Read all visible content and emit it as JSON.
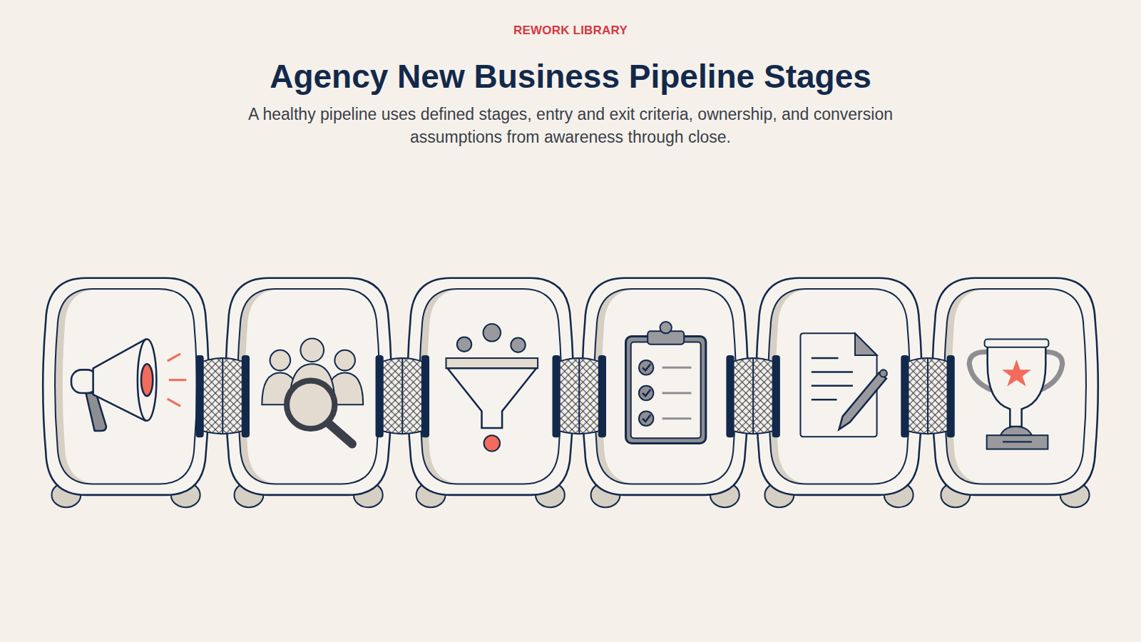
{
  "diagram": {
    "title": "Agency New Business Pipeline Stages",
    "caption": "A healthy pipeline uses defined stages, entry and exit criteria, ownership, and conversion assumptions from awareness through close.",
    "labels": [
      "REWORK LIBRARY"
    ]
  }
}
